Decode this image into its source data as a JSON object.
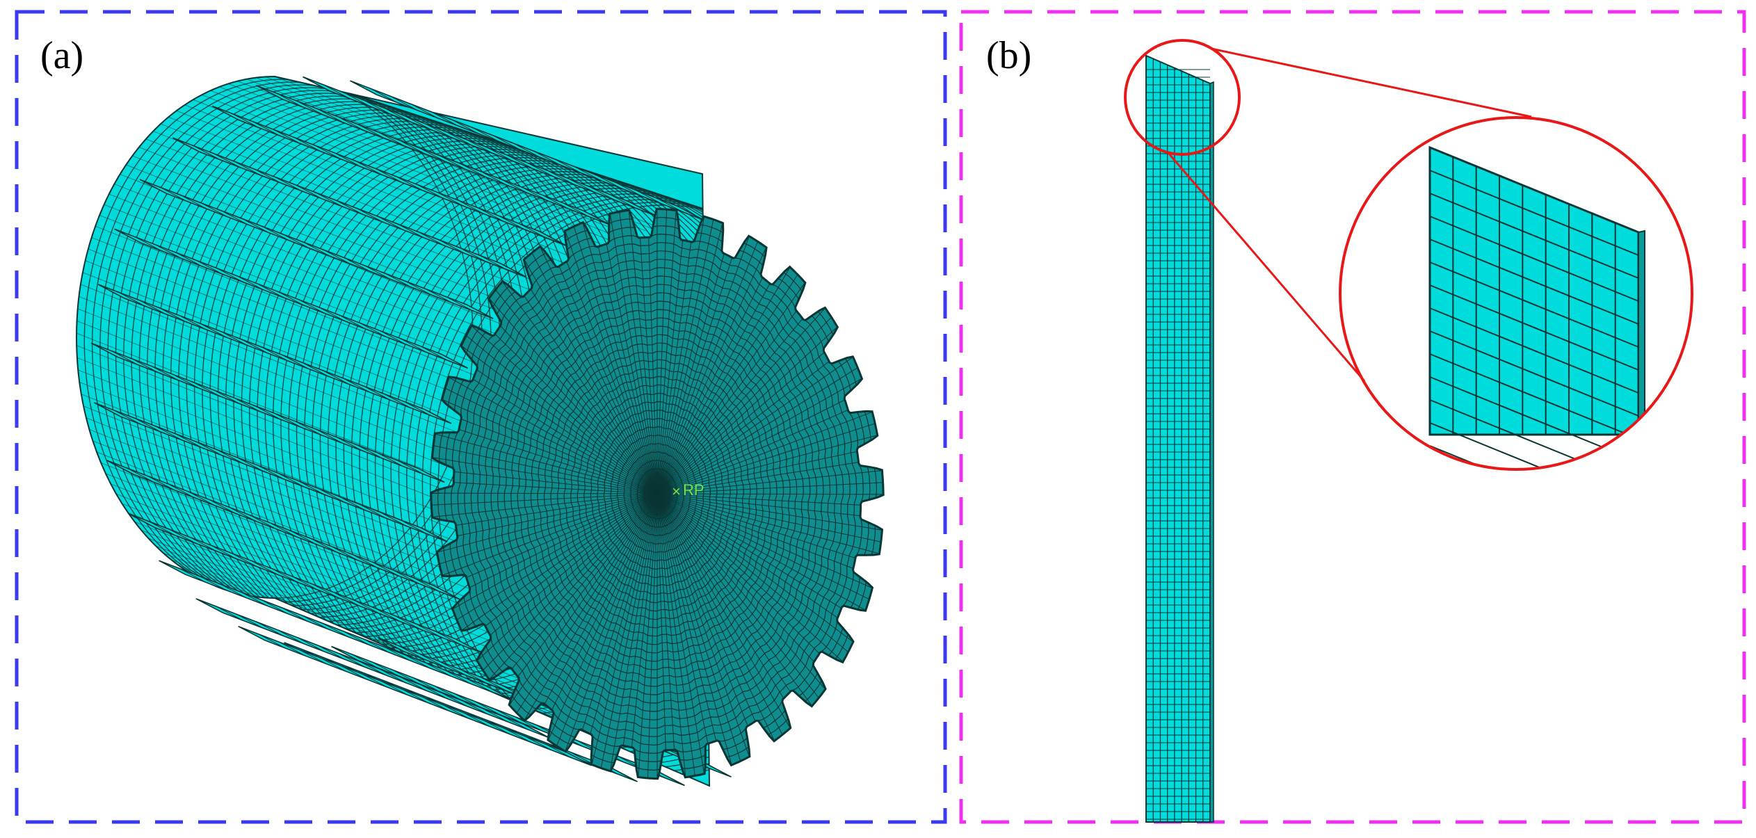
{
  "panels": [
    {
      "id": "a",
      "label": "(a)",
      "frame_color": "#3A3AF0"
    },
    {
      "id": "b",
      "label": "(b)",
      "frame_color": "#F030F0"
    }
  ],
  "gear": {
    "reference_point_label": "RP",
    "mesh_color": "#00DCDC",
    "line_color": "#0A3535",
    "reference_point_color": "#7CE04A"
  },
  "strip": {
    "mesh_color": "#00DCDC",
    "line_color": "#0A3535"
  },
  "zoom": {
    "callout_color": "#E81818"
  }
}
